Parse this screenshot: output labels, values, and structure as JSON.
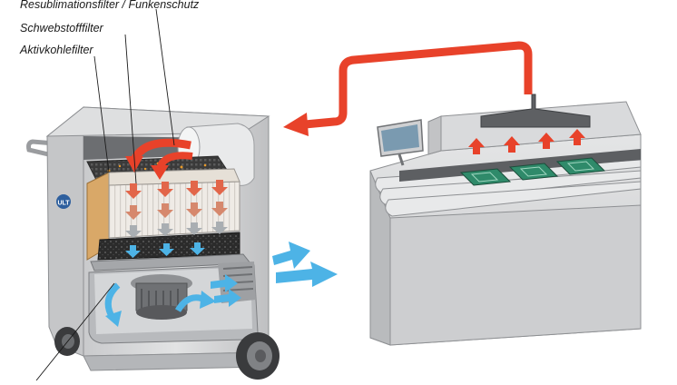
{
  "labels": [
    {
      "id": "resublimation",
      "text": "Resublimationsfilter / Funkenschutz"
    },
    {
      "id": "schwebstoff",
      "text": "Schwebstofffilter"
    },
    {
      "id": "aktivkohle",
      "text": "Aktivkohlefilter"
    }
  ],
  "logo": {
    "text": "ULT"
  },
  "colors": {
    "hot_air": "#e8422a",
    "clean_air": "#4db3e6",
    "housing": "#d2d3d5",
    "housing_dark": "#a9abae",
    "carbon": "#2a2a2a",
    "wood_frame": "#d9a868",
    "pcb": "#2f8a6a"
  },
  "icons": [
    "hot-air-arrow-icon",
    "clean-air-arrow-icon",
    "monitor-icon",
    "wheel-icon",
    "ult-logo-icon"
  ]
}
